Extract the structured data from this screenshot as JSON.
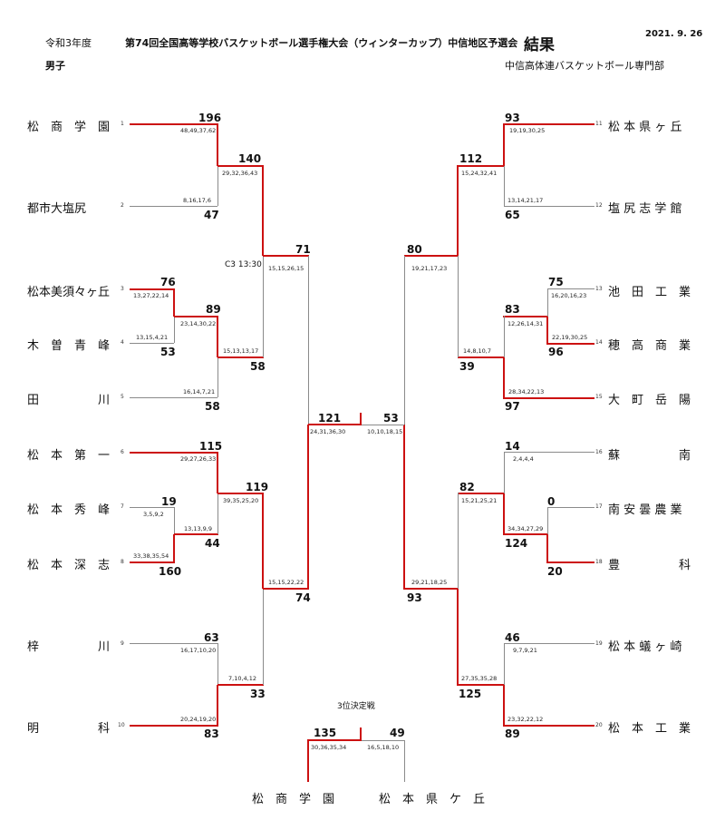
{
  "header": {
    "era": "令和3年度",
    "title": "第74回全国高等学校バスケットボール選手権大会（ウィンターカップ）中信地区予選会",
    "result": "結果",
    "date": "2021. 9. 26",
    "gender": "男子",
    "organizer": "中信高体連バスケットボール専門部"
  },
  "teams": [
    {
      "num": "1",
      "name": "松　商　学　園"
    },
    {
      "num": "2",
      "name": "都市大塩尻"
    },
    {
      "num": "3",
      "name": "松本美須々ヶ丘"
    },
    {
      "num": "4",
      "name": "木　曽　青　峰"
    },
    {
      "num": "5",
      "name": "田　　　　　川"
    },
    {
      "num": "6",
      "name": "松　本　第　一"
    },
    {
      "num": "7",
      "name": "松　本　秀　峰"
    },
    {
      "num": "8",
      "name": "松　本　深　志"
    },
    {
      "num": "9",
      "name": "梓　　　　　川"
    },
    {
      "num": "10",
      "name": "明　　　　　科"
    },
    {
      "num": "11",
      "name": "松 本 県 ヶ 丘"
    },
    {
      "num": "12",
      "name": "塩 尻 志 学 館"
    },
    {
      "num": "13",
      "name": "池　田　工　業"
    },
    {
      "num": "14",
      "name": "穂　高　商　業"
    },
    {
      "num": "15",
      "name": "大　町　岳　陽"
    },
    {
      "num": "16",
      "name": "蘇　　　　　南"
    },
    {
      "num": "17",
      "name": "南 安 曇 農 業"
    },
    {
      "num": "18",
      "name": "豊　　　　　科"
    },
    {
      "num": "19",
      "name": "松 本 蟻 ヶ 崎"
    },
    {
      "num": "20",
      "name": "松　本　工　業"
    }
  ],
  "scores": {
    "s1": "196",
    "s2": "47",
    "q12": "48,49,37,62",
    "q21": "8,16,17,6",
    "s3": "76",
    "s4": "53",
    "q34": "13,27,22,14",
    "q43": "13,15,4,21",
    "s6": "115",
    "q6": "29,27,26,33",
    "s7": "19",
    "s8": "160",
    "q78": "3,5,9,2",
    "q87": "33,38,35,54",
    "s9": "63",
    "s10": "83",
    "q9": "16,17,10,20",
    "q10": "20,24,19,20",
    "s34w": "89",
    "s5": "58",
    "q34w": "23,14,30,22",
    "q5": "16,14,7,21",
    "s68": "44",
    "q68": "13,13,9,9",
    "s12w": "140",
    "q12w": "29,32,36,43",
    "s35": "58",
    "q35": "15,13,13,17",
    "s6w": "119",
    "q6w": "39,35,25,20",
    "s910": "33",
    "q910": "7,10,4,12",
    "sL1": "71",
    "qL1": "15,15,26,15",
    "sL2": "74",
    "qL2": "15,15,22,22",
    "sLF": "121",
    "qLF": "24,31,36,30",
    "s11": "93",
    "s12": "65",
    "q11": "19,19,30,25",
    "q12r": "13,14,21,17",
    "s13": "75",
    "s14": "96",
    "q13": "16,20,16,23",
    "q14": "22,19,30,25",
    "s16": "14",
    "q16": "2,4,4,4",
    "s17": "0",
    "s18": "20",
    "s19": "46",
    "s20": "89",
    "q19": "9,7,9,21",
    "q20": "23,32,22,12",
    "s1112": "112",
    "q1112": "15,24,32,41",
    "s1415": "83",
    "q1415": "12,26,14,31",
    "s15": "97",
    "q15": "28,34,22,13",
    "s1718": "124",
    "q1718": "34,34,27,29",
    "sR1": "80",
    "qR1": "19,21,17,23",
    "sR2": "39",
    "qR2": "14,8,10,7",
    "sR3": "82",
    "qR3": "15,21,25,21",
    "sR4": "125",
    "qR4": "27,35,35,28",
    "sRS1": "93",
    "qRS1": "29,21,18,25",
    "sRF": "53",
    "qRF": "10,10,18,15",
    "c3": "C3 13:30",
    "third_title": "3位決定戦",
    "t1s": "135",
    "t1q": "30,36,35,34",
    "t2s": "49",
    "t2q": "16,5,18,10",
    "t1name": "松　商　学　園",
    "t2name": "松　本　県　ケ　丘"
  }
}
